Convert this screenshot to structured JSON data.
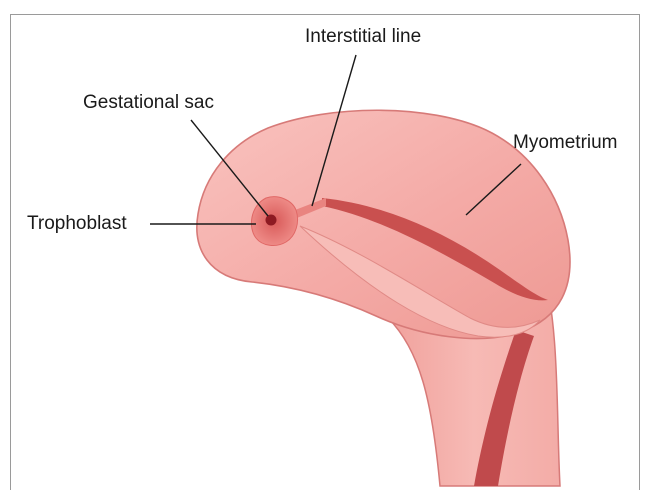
{
  "diagram": {
    "labels": {
      "interstitial_line": "Interstitial line",
      "gestational_sac": "Gestational sac",
      "myometrium": "Myometrium",
      "trophoblast": "Trophoblast"
    },
    "colors": {
      "myometrium_fill": "#f3a7a4",
      "myometrium_light": "#f8c6c2",
      "outline": "#d77a78",
      "cavity": "#c9504f",
      "endometrium_stripe": "#b84a4b",
      "cervical_canal": "#c04a4c",
      "sac_halo": "#e26f6d",
      "sac_core": "#8d1a22"
    }
  }
}
